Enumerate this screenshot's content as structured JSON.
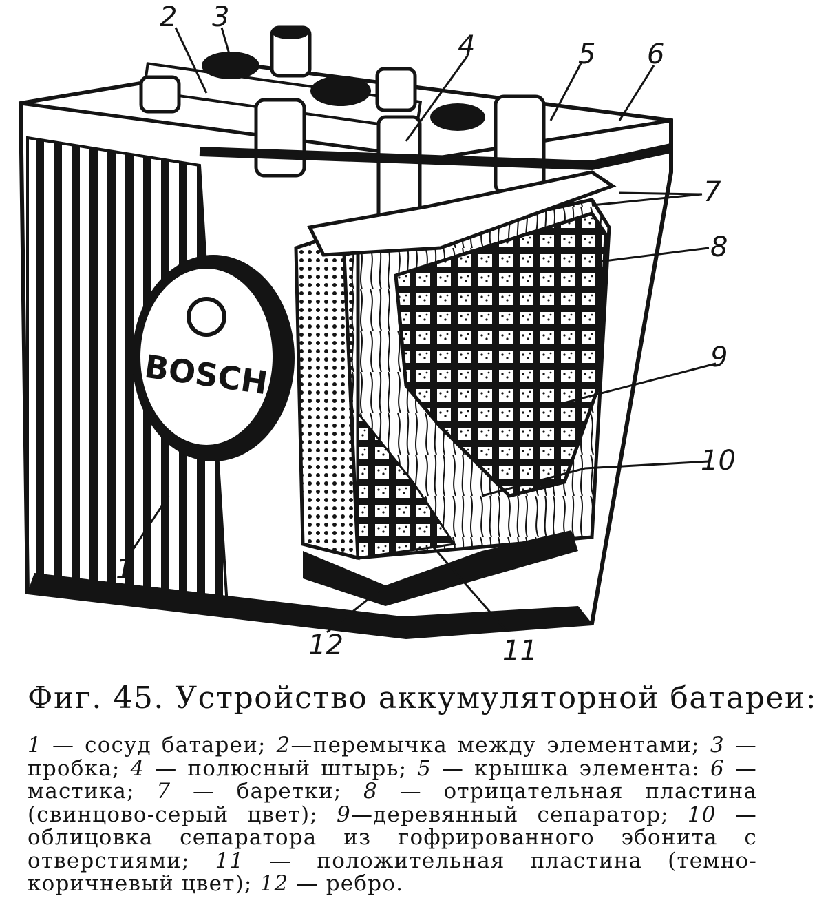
{
  "figure": {
    "brand_label": "BOSCH",
    "callouts": [
      "1",
      "2",
      "3",
      "4",
      "5",
      "6",
      "7",
      "8",
      "9",
      "10",
      "11",
      "12"
    ]
  },
  "caption": {
    "title": "Фиг. 45. Устройство аккумуляторной батареи:",
    "legend": [
      {
        "num": "1",
        "text": " — сосуд батареи; "
      },
      {
        "num": "2",
        "text": "—перемычка между элементами; "
      },
      {
        "num": "3",
        "text": " — пробка; "
      },
      {
        "num": "4",
        "text": " — полюсный штырь; "
      },
      {
        "num": "5",
        "text": " — крышка элемента: "
      },
      {
        "num": "6",
        "text": " — мастика; "
      },
      {
        "num": "7",
        "text": " — баретки; "
      },
      {
        "num": "8",
        "text": " — отрицательная пластина (свинцово-серый цвет); "
      },
      {
        "num": "9",
        "text": "—деревянный сепаратор; "
      },
      {
        "num": "10",
        "text": " — облицовка сепаратора из гофрированного эбонита с отверстиями; "
      },
      {
        "num": "11",
        "text": " — положительная пластина (темно-коричневый цвет); "
      },
      {
        "num": "12",
        "text": " — ребро."
      }
    ]
  },
  "colors": {
    "ink": "#141414",
    "paper": "#ffffff"
  }
}
